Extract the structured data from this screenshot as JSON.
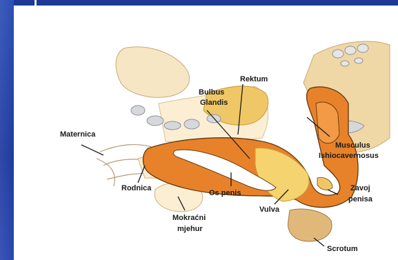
{
  "labels": {
    "rektum": "Rektum",
    "bulbus_line1": "Bulbus",
    "bulbus_line2": "Glandis",
    "maternica": "Maternica",
    "musculus_line1": "Musculus",
    "musculus_line2": "Ishiocavernosus",
    "rodnica": "Rodnica",
    "os_penis": "Os penis",
    "vulva": "Vulva",
    "zavoj_line1": "Zavoj",
    "zavoj_line2": "penisa",
    "mokracni_line1": "Mokraćni",
    "mokracni_line2": "mjehur",
    "scrotum": "Scrotum"
  },
  "colors": {
    "theme_blue": "#1e3a9e",
    "organ_orange": "#e8822a",
    "tissue_tan": "#f3d48c",
    "skin_beige": "#f6e6c4",
    "bone_gray": "#d6d8dc"
  }
}
